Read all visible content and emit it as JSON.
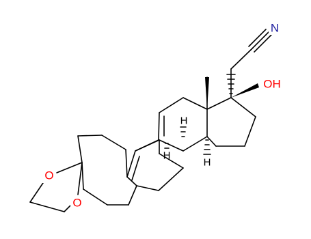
{
  "molecule": {
    "atom_labels": {
      "nitrogen": "N",
      "hydroxyl": "OH",
      "ketal_oxygen_upper": "O",
      "ketal_oxygen_lower": "O",
      "h_c9": "H",
      "h_c8": "H",
      "h_c14": "H"
    },
    "colors": {
      "bond": "#000000",
      "oxygen": "#ff0000",
      "nitrogen": "#1f1f9f",
      "carbon_text": "#000000"
    }
  }
}
